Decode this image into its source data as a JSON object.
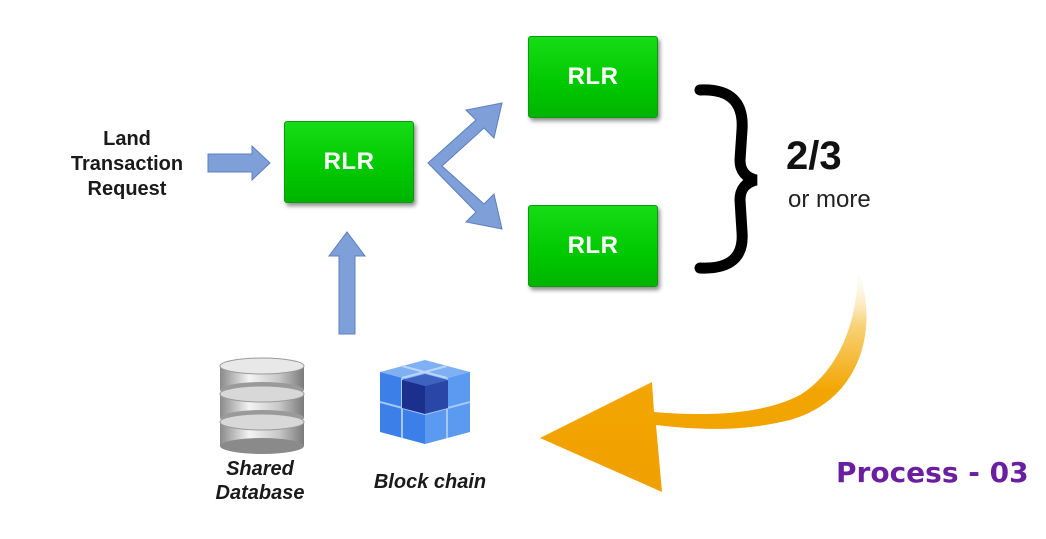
{
  "input": {
    "label_line1": "Land",
    "label_line2": "Transaction",
    "label_line3": "Request"
  },
  "nodes": {
    "center_label": "RLR",
    "top_label": "RLR",
    "bottom_label": "RLR"
  },
  "consensus": {
    "ratio": "2/3",
    "note": "or more"
  },
  "sources": {
    "database_line1": "Shared",
    "database_line2": "Database",
    "blockchain_label": "Block chain"
  },
  "step": {
    "label": "Process - 03"
  },
  "colors": {
    "node_green": "#00c800",
    "arrow_blue": "#7f9fd8",
    "return_arrow_orange": "#f0a000",
    "process_purple": "#6a1fa0"
  },
  "icons": [
    "database-icon",
    "blockchain-cube-icon",
    "curly-brace-icon"
  ]
}
